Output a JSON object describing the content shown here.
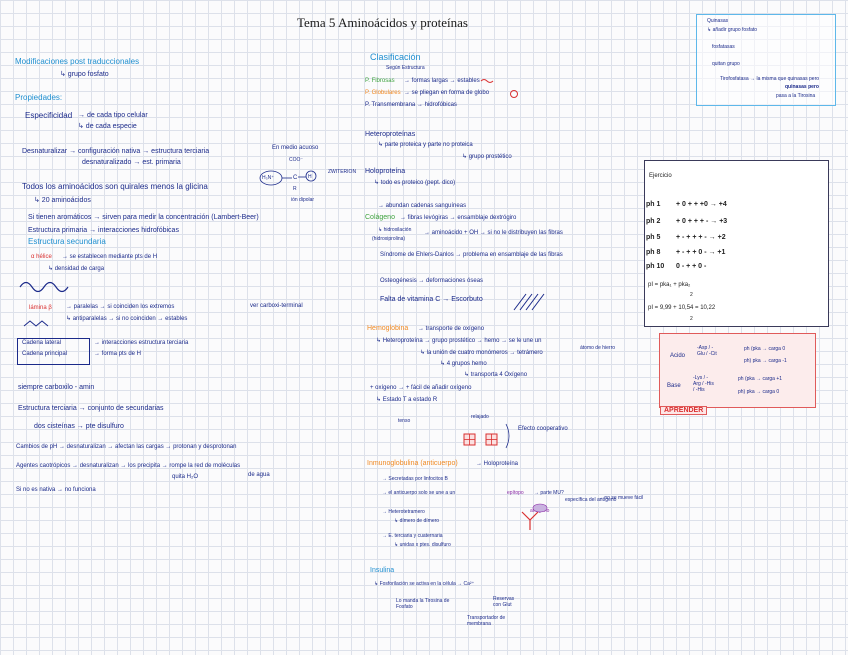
{
  "title": "Tema 5   Aminoácidos y proteínas",
  "left": {
    "mod": "Modificaciones post traduccionales",
    "grupo_fosfato": "↳ grupo fosfato",
    "propiedades": "Propiedades:",
    "especificidad": "Especificidad",
    "cada_tipo": "→ de cada tipo celular",
    "cada_especie": "↳ de cada especie",
    "desnat": "Desnaturalizar → configuración nativa → estructura terciaria",
    "desnat2": "desnaturalizado → est. primaria",
    "medio": "En medio acuoso",
    "zwit": "ZWITERION",
    "dipolar": "ión dipolar",
    "todos": "Todos los aminoácidos son quirales menos la glicina",
    "veinte": "↳ 20 aminoácidos",
    "anillos": "Si tienen aromáticos → sirven para medir la concentración (Lambert-Beer)",
    "estructura": "Estructura primaria → interacciones hidrofóbicas",
    "secundaria": "Estructura secundaria",
    "alfa": "α hélice",
    "alfa2": "→ se establecen mediante pts de H",
    "densidad": "↳ densidad de carga",
    "lamina": "lámina β",
    "paralelas": "→ paralelas → si coinciden los extremos",
    "antiparalelas": "↳ antiparalelas → si no coinciden → estables",
    "carboxi": "ver carboxi-terminal",
    "cadena_lateral": "Cadena lateral",
    "cadena_principal": "Cadena principal",
    "interacciones": "→ interacciones estructura terciaria",
    "forma": "→ forma pts de H",
    "siempre": "siempre carboxilo - amin",
    "terciaria": "Estructura terciaria → conjunto de secundarias",
    "cisteinas": "dos cisteínas → pte disulfuro",
    "ph": "Cambios de pH → desnaturalizan → afectan las cargas → protonan y desprotonan",
    "agentes": "Agentes caotrópicos → desnaturalizan → los precipita → rompe la red de moléculas",
    "agua": "de agua",
    "quita": "quita H₂O",
    "nativa": "Si no es nativa → no funciona"
  },
  "mid": {
    "clasif": "Clasificación",
    "segun": "Según Estructura",
    "fibrosas": "P. Fibrosas",
    "fibrosas2": "→ formas largas → estables",
    "globulares": "P. Globulares",
    "globulares2": "→ se pliegan en forma de globo",
    "transmem": "P. Transmembrana → hidrofóbicas",
    "hetero": "Heteroproteínas",
    "hetero2": "↳ parte proteica y parte no proteica",
    "hetero3": "↳ grupo prostético",
    "holo": "Holoproteína",
    "holo2": "↳ todo es proteico (pept. dico)",
    "colageno": "Colágeno",
    "colageno2": "→ fibras levógiras → ensamblaje dextrógiro",
    "colageno3": "→ abundan cadenas sanguíneas",
    "hidrox": "↳ hidroxilación",
    "hidrox2": "(hidroxiprolina)",
    "hidrox3": "→ aminoácido + OH → si no le distribuyen las fibras",
    "ehlers": "Síndrome de Ehlers-Danlos → problema en ensamblaje de las fibras",
    "osteo": "Osteogénesis → deformaciones óseas",
    "vitc": "Falta de vitamina C → Escorbuto",
    "hemo": "Hemoglobina",
    "hemo2": "→ transporte de oxígeno",
    "hemo3": "↳ Heteroproteína → grupo prostético → hemo → se le une un",
    "hemo4": "átomo de hierro",
    "hemo5": "↳ la unión de cuatro monómeros → tetrámero",
    "hemo6": "↳ 4 grupos hemo",
    "hemo7": "↳ transporta 4 Oxígeno",
    "hemo8": "+ oxígeno → + fácil de añadir oxígeno",
    "hemo9": "↳ Estado T a estado R",
    "tenso": "tenso",
    "relajado": "relajado",
    "efecto": "Efecto cooperativo",
    "inmuno": "Inmunoglobulina (anticuerpo)",
    "inmuno2": "→ Holoproteína",
    "inmuno3": "→ Secretadas por linfocitos B",
    "inmuno4": "→ el anticuerpo solo se une a un",
    "epitopo": "epítopo",
    "inmuno5": "→ parte MU?",
    "inmuno6": "específica del antígeno",
    "inmuno7": "→ no se mueve fácil",
    "antigeno": "antígeno",
    "heterotetra": "→ Heterotetramero",
    "heterotetra2": "↳ dímero de dímero",
    "estterc": "→ E. terciaria y cuaternaria",
    "estterc2": "↳ unidas x ptes. disulfuro",
    "insulina": "Insulina",
    "insulina2": "↳ Fosforilación se activa en la célula → Ca²⁺",
    "tirosina": "Lo manda la Tirosina de Fosfato",
    "reservas": "Reservas con Glut",
    "transport": "Transportador de membrana"
  },
  "topright": {
    "quinasa": "Quinasas",
    "quinasa2": "↳ añadir grupo fosfato",
    "fosfatasa": "fosfatasas",
    "quitargr": "quitan grupo",
    "tiro": "Tirofosfatasa → la misma que quinasas pero",
    "tiro2": "quinasas pero",
    "tiro3": "pasa a la Tirosina"
  },
  "ejercicio": {
    "label": "Ejercicio",
    "rows": [
      {
        "name": "ph 1",
        "signs": "+  0 + +   +0  → +4"
      },
      {
        "name": "ph 2",
        "signs": "+  0 + +   + -  → +3"
      },
      {
        "name": "ph 5",
        "signs": "+  - + +   + -  → +2"
      },
      {
        "name": "ph 8",
        "signs": "+  - + +   0 -  → +1"
      },
      {
        "name": "ph 10",
        "signs": "0  - + +   0 -"
      }
    ],
    "pi_formula": "pI = pka₁ + pka₂",
    "pi_div": "2",
    "pi_calc": "pI = 9,99 + 10,54 = 10,22",
    "pi_div2": "2"
  },
  "aprender": {
    "acido": "Acido",
    "acido_list": "-Asp / -Glu / -Cit",
    "acido_r1": "ph (pka → carga 0",
    "acido_r2": "ph) pka → carga -1",
    "base": "Base",
    "base_list": "-Lys / -Arg / -His / -His",
    "base_r1": "ph (pka → carga +1",
    "base_r2": "ph) pka → carga 0",
    "tag": "APRENDER"
  },
  "chem": {
    "coo": "COO⁻",
    "h3n": "H₃N⁺",
    "c": "C",
    "h": "H",
    "r": "R"
  },
  "colors": {
    "ink": "#1b2a8a",
    "cyan": "#1f8fd0",
    "red": "#d93030",
    "orange": "#f08a24",
    "green": "#3fa33f",
    "purple": "#8a2aa5"
  }
}
